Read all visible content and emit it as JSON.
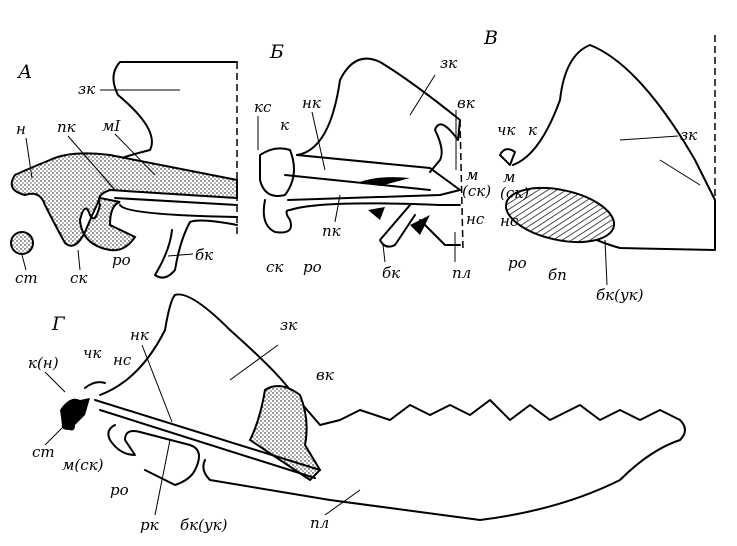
{
  "panels": {
    "A": {
      "letter": "А",
      "labels": {
        "zk": "зк",
        "n": "н",
        "pk": "пк",
        "mi": "мI",
        "st": "ст",
        "sk": "ск",
        "ro": "ро",
        "bk": "бк"
      }
    },
    "B": {
      "letter": "Б",
      "labels": {
        "zk": "зк",
        "ks": "кс",
        "k": "к",
        "nk": "нк",
        "vk": "вк",
        "m": "м",
        "msk": "(ск)",
        "ns": "нс",
        "pk": "пк",
        "sk": "ск",
        "ro": "ро",
        "bk": "бк",
        "pl": "пл"
      }
    },
    "V": {
      "letter": "В",
      "labels": {
        "chk": "чк",
        "k": "к",
        "zk": "зк",
        "m": "м",
        "msk": "(ск)",
        "ns": "нс",
        "ro": "ро",
        "bp": "бп",
        "bkuk": "бк(ук)"
      }
    },
    "G": {
      "letter": "Г",
      "labels": {
        "kn": "к(н)",
        "chk": "чк",
        "ns": "нс",
        "nk": "нк",
        "zk": "зк",
        "vk": "вк",
        "st": "ст",
        "msk": "м(ск)",
        "ro": "ро",
        "rk": "рк",
        "bkuk": "бк(ук)",
        "pl": "пл"
      }
    }
  }
}
